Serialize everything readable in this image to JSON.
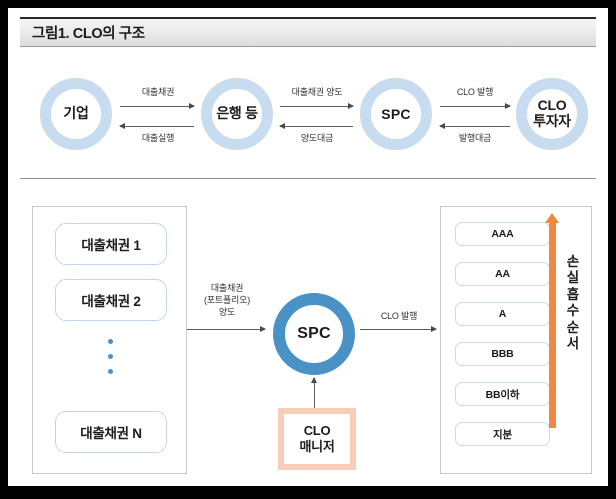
{
  "header": {
    "title": "그림1. CLO의 구조"
  },
  "top_flow": {
    "nodes": [
      {
        "id": "corp",
        "label": "기업",
        "style": "pale"
      },
      {
        "id": "bank",
        "label": "은행 등",
        "style": "pale"
      },
      {
        "id": "spc",
        "label": "SPC",
        "style": "pale"
      },
      {
        "id": "investor",
        "label_line1": "CLO",
        "label_line2": "투자자",
        "style": "pale"
      }
    ],
    "links": [
      {
        "from": "corp",
        "to": "bank",
        "forward_label": "대출채권",
        "backward_label": "대출실행"
      },
      {
        "from": "bank",
        "to": "spc",
        "forward_label": "대출채권 양도",
        "backward_label": "양도대금"
      },
      {
        "from": "spc",
        "to": "investor",
        "forward_label": "CLO 발행",
        "backward_label": "발행대금"
      }
    ]
  },
  "bottom_flow": {
    "loan_pool": {
      "items": [
        {
          "label": "대출채권 1"
        },
        {
          "label": "대출채권 2"
        },
        {
          "label": "대출채권 N"
        }
      ],
      "ellipsis_dots": 3
    },
    "transfer_label": {
      "line1": "대출채권",
      "line2": "(포트폴리오)",
      "line3": "양도"
    },
    "spc": {
      "label": "SPC"
    },
    "issue_label": "CLO 발행",
    "manager": {
      "line1": "CLO",
      "line2": "매니저"
    },
    "tranches": [
      {
        "label": "AAA"
      },
      {
        "label": "AA"
      },
      {
        "label": "A"
      },
      {
        "label": "BBB"
      },
      {
        "label": "BB이하"
      },
      {
        "label": "지분"
      }
    ],
    "loss_order": {
      "chars": [
        "손",
        "실",
        "흡",
        "수",
        "순",
        "서"
      ],
      "text": "손실흡수순서"
    }
  },
  "colors": {
    "ring_pale": "#c7dcee",
    "ring_strong": "#4a92c6",
    "manager_border": "#f7cdb9",
    "loss_arrow": "#f0883f",
    "panel_border": "#c9c9c9",
    "header_border": "#2b2b2b"
  }
}
